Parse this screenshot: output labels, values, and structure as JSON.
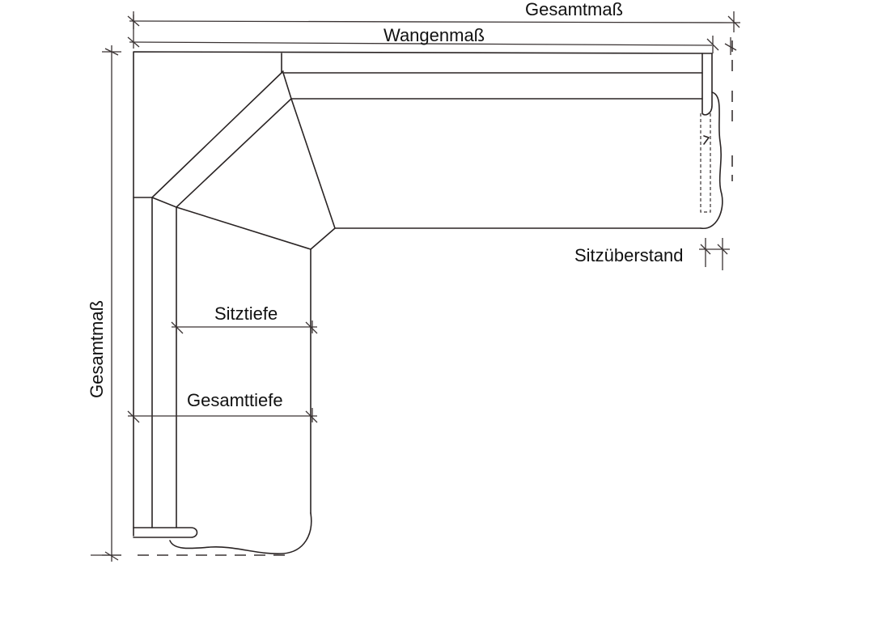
{
  "labels": {
    "total_width": "Gesamtmaß",
    "side_panel_width": "Wangenmaß",
    "total_height": "Gesamtmaß",
    "seat_overhang": "Sitzüberstand",
    "seat_depth": "Sitztiefe",
    "total_depth": "Gesamttiefe"
  },
  "colors": {
    "line": "#2a2424",
    "text": "#111111",
    "background": "#ffffff"
  }
}
